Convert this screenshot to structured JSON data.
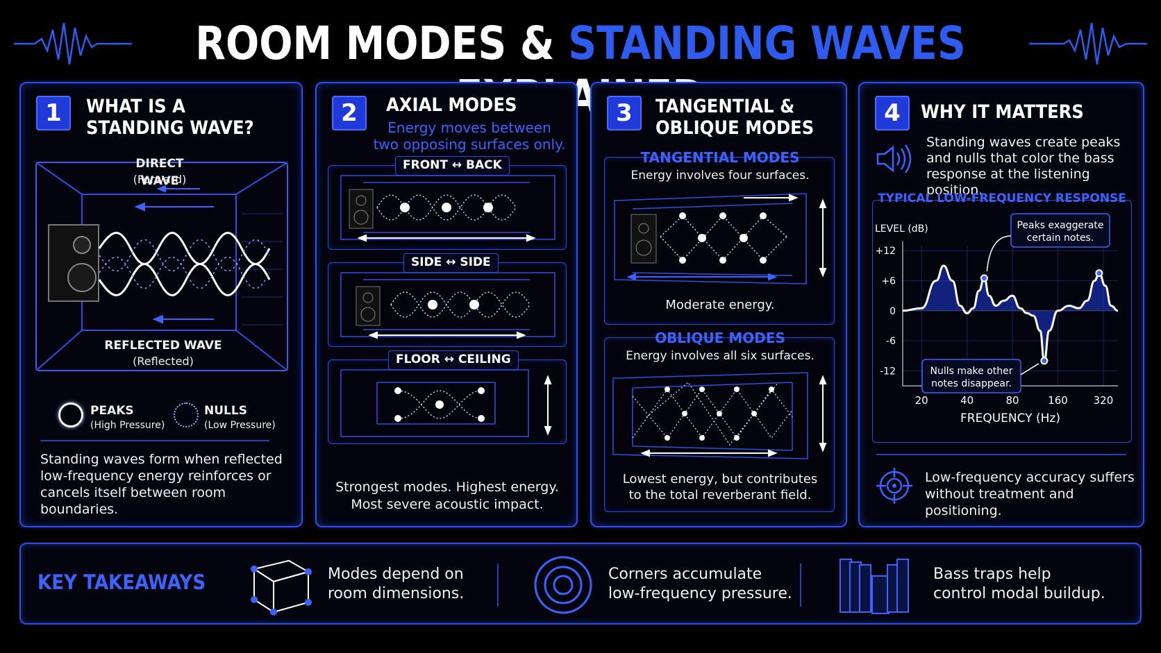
{
  "header": {
    "title_part1": "ROOM MODES & ",
    "title_highlight": "STANDING WAVES",
    "title_part2": " EXPLAINED"
  },
  "colors": {
    "accent": "#2f5cf0",
    "background": "#000000",
    "border": "#2f50e6"
  },
  "panel1": {
    "number": "1",
    "title_line1": "WHAT IS A",
    "title_line2": "STANDING WAVE?",
    "direct_label": "DIRECT WAVE",
    "direct_sub": "(Forward)",
    "reflected_label": "REFLECTED WAVE",
    "reflected_sub": "(Reflected)",
    "peaks_label": "PEAKS",
    "peaks_sub": "(High Pressure)",
    "nulls_label": "NULLS",
    "nulls_sub": "(Low Pressure)",
    "desc_line1": "Standing waves form when reflected",
    "desc_line2": "low-frequency energy reinforces or",
    "desc_line3": "cancels itself between room boundaries."
  },
  "panel2": {
    "number": "2",
    "title": "AXIAL MODES",
    "sub_line1": "Energy moves between",
    "sub_line2": "two opposing surfaces only.",
    "cards": [
      {
        "tag": "FRONT ↔ BACK"
      },
      {
        "tag": "SIDE ↔ SIDE"
      },
      {
        "tag": "FLOOR ↔ CEILING"
      }
    ],
    "desc_line1": "Strongest modes. Highest energy.",
    "desc_line2": "Most severe acoustic impact."
  },
  "panel3": {
    "number": "3",
    "title_line1": "TANGENTIAL &",
    "title_line2": "OBLIQUE MODES",
    "tangential": {
      "title": "TANGENTIAL MODES",
      "sub": "Energy involves four surfaces.",
      "note": "Moderate energy."
    },
    "oblique": {
      "title": "OBLIQUE MODES",
      "sub": "Energy involves all six surfaces.",
      "note_line1": "Lowest energy, but contributes",
      "note_line2": "to the total reverberant field."
    }
  },
  "panel4": {
    "number": "4",
    "title": "WHY IT MATTERS",
    "speaker_icon": "speaker-icon",
    "desc_line1": "Standing waves create peaks",
    "desc_line2": "and nulls that color the bass",
    "desc_line3": "response at the listening position.",
    "chart_title": "TYPICAL LOW-FREQUENCY RESPONSE",
    "target_icon": "target-icon",
    "footer_line1": "Low-frequency accuracy suffers",
    "footer_line2": "without treatment and positioning."
  },
  "chart_data": {
    "type": "line",
    "title": "TYPICAL LOW-FREQUENCY RESPONSE",
    "ylabel": "LEVEL (dB)",
    "xlabel": "FREQUENCY (Hz)",
    "x_scale": "log",
    "x_ticks": [
      "20",
      "40",
      "80",
      "160",
      "320"
    ],
    "y_ticks": [
      "+12",
      "+6",
      "0",
      "-6",
      "-12"
    ],
    "ylim": [
      -15,
      13
    ],
    "xlim": [
      15,
      400
    ],
    "grid": true,
    "x": [
      15,
      20,
      25,
      28,
      32,
      36,
      40,
      44,
      48,
      52,
      56,
      62,
      70,
      80,
      90,
      100,
      110,
      122,
      130,
      140,
      160,
      190,
      220,
      250,
      280,
      300,
      330,
      360,
      400
    ],
    "y": [
      0,
      0.5,
      6,
      9,
      6,
      1,
      -0.5,
      0.5,
      4,
      6.5,
      3,
      1,
      2,
      3,
      0.5,
      -0.5,
      -1,
      -4,
      -10,
      -4,
      0,
      1,
      0.5,
      2,
      6,
      7.5,
      5,
      1,
      0
    ],
    "annotations": [
      {
        "text_line1": "Peaks exaggerate",
        "text_line2": "certain notes."
      },
      {
        "text_line1": "Nulls make other",
        "text_line2": "notes disappear."
      }
    ]
  },
  "takeaways": {
    "label": "KEY TAKEAWAYS",
    "items": [
      {
        "icon": "room-cube-icon",
        "line1": "Modes depend on",
        "line2": "room dimensions."
      },
      {
        "icon": "concentric-circles-icon",
        "line1": "Corners accumulate",
        "line2": "low-frequency pressure."
      },
      {
        "icon": "bass-trap-icon",
        "line1": "Bass traps help",
        "line2": "control modal buildup."
      }
    ]
  }
}
